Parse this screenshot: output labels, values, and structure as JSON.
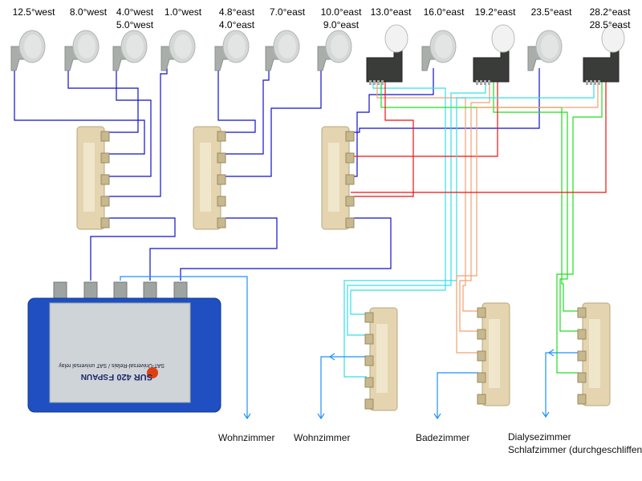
{
  "lnbs": [
    {
      "label": [
        "12.5°west"
      ],
      "type": "single"
    },
    {
      "label": [
        "8.0°west"
      ],
      "type": "single"
    },
    {
      "label": [
        "4.0°west",
        "5.0°west"
      ],
      "type": "single"
    },
    {
      "label": [
        "1.0°west"
      ],
      "type": "single"
    },
    {
      "label": [
        "4.8°east",
        "4.0°east"
      ],
      "type": "single"
    },
    {
      "label": [
        "7.0°east"
      ],
      "type": "single"
    },
    {
      "label": [
        "10.0°east",
        "9.0°east"
      ],
      "type": "single"
    },
    {
      "label": [
        "13.0°east"
      ],
      "type": "quad"
    },
    {
      "label": [
        "16.0°east"
      ],
      "type": "single"
    },
    {
      "label": [
        "19.2°east"
      ],
      "type": "quad"
    },
    {
      "label": [
        "23.5°east"
      ],
      "type": "single"
    },
    {
      "label": [
        "28.2°east",
        "28.5°east"
      ],
      "type": "quad"
    }
  ],
  "relay": {
    "brand": "SPAUN",
    "model": "SUR 420 F",
    "subtitle": "SAT-Universal-Relais / SAT universal relay"
  },
  "rooms": [
    {
      "lines": [
        "Wohnzimmer"
      ]
    },
    {
      "lines": [
        "Wohnzimmer"
      ]
    },
    {
      "lines": [
        "Badezimmer"
      ]
    },
    {
      "lines": [
        "Dialysezimmer",
        "Schlafzimmer (durchgeschliffen"
      ]
    }
  ],
  "colors": {
    "coax_blue": "#1010c8",
    "output_blue": "#1e90ff",
    "cyan": "#33e0e8",
    "orange": "#f4a070",
    "green": "#22dd22",
    "red": "#ee1111",
    "relay_blue": "#1f4fc0",
    "switch_beige": "#e4d5b0"
  }
}
